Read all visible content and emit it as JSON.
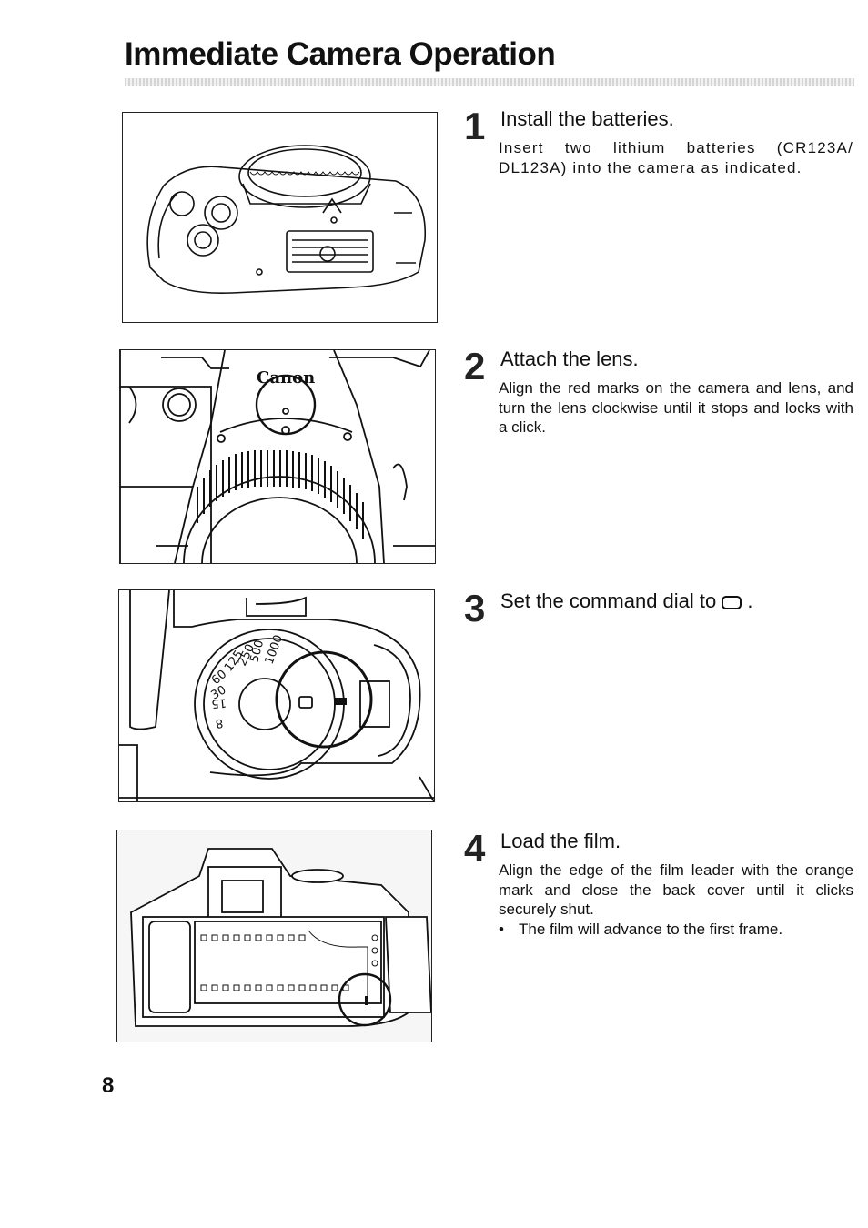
{
  "header": {
    "title": "Immediate Camera Operation"
  },
  "steps": [
    {
      "number": "1",
      "heading": "Install the batteries.",
      "body": "Insert two lithium batteries (CR123A/ DL123A) into the camera as indicated."
    },
    {
      "number": "2",
      "heading": "Attach the lens.",
      "body": "Align the red marks on the camera and lens, and turn the lens clockwise until it stops and locks with a click."
    },
    {
      "number": "3",
      "heading": "Set the command dial to",
      "heading_suffix": "."
    },
    {
      "number": "4",
      "heading": "Load the film.",
      "body": "Align the edge of the film leader with the orange mark and close the back cover until it clicks securely shut.",
      "bullet": "The film will advance to the first frame."
    }
  ],
  "figures": {
    "lens_brand": "Canon",
    "dial_values": [
      "1000",
      "500",
      "250",
      "125",
      "60",
      "30",
      "15",
      "8"
    ]
  },
  "footer": {
    "page_number": "8"
  }
}
